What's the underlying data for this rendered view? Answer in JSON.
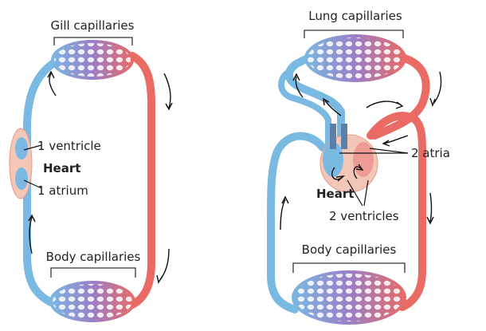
{
  "left_diagram": {
    "top_label": "Gill capillaries",
    "bottom_label": "Body capillaries",
    "ventricle_label": "1 ventricle",
    "heart_label": "Heart",
    "atrium_label": "1 atrium"
  },
  "right_diagram": {
    "top_label": "Lung capillaries",
    "bottom_label": "Body capillaries",
    "atria_label": "2 atria",
    "heart_label": "Heart",
    "ventricles_label": "2 ventricles"
  },
  "colors": {
    "oxygenated": "#ea6a64",
    "deoxygenated": "#7ab9e2",
    "capillary_mix": "#9a7fc6",
    "heart_fill": "#f3c6b8"
  }
}
